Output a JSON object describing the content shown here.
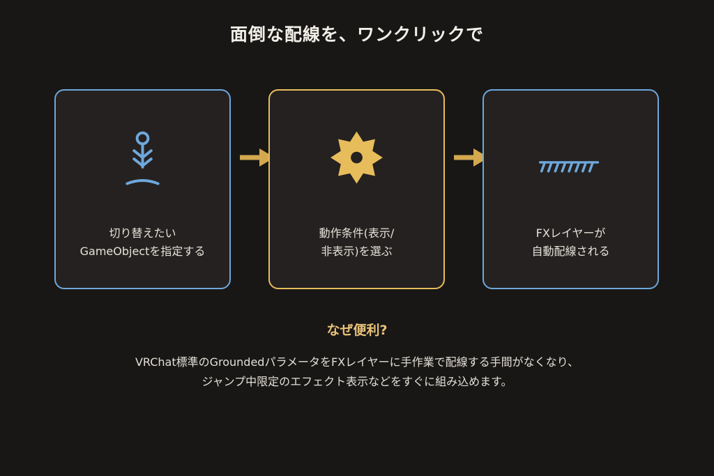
{
  "title": "面倒な配線を、ワンクリックで",
  "steps": [
    {
      "line1": "切り替えたい",
      "line2": "GameObjectを指定する",
      "icon": "anchor-icon",
      "color": "#6ea8dc"
    },
    {
      "line1": "動作条件(表示/",
      "line2": "非表示)を選ぶ",
      "icon": "gear-icon",
      "color": "#e7bd5c"
    },
    {
      "line1": "FXレイヤーが",
      "line2": "自動配線される",
      "icon": "ground-icon",
      "color": "#6ea8dc"
    }
  ],
  "arrow_color": "#d4a84e",
  "why": {
    "heading": "なぜ便利?",
    "line1": "VRChat標準のGroundedパラメータをFXレイヤーに手作業で配線する手間がなくなり、",
    "line2": "ジャンプ中限定のエフェクト表示などをすぐに組み込めます。"
  }
}
